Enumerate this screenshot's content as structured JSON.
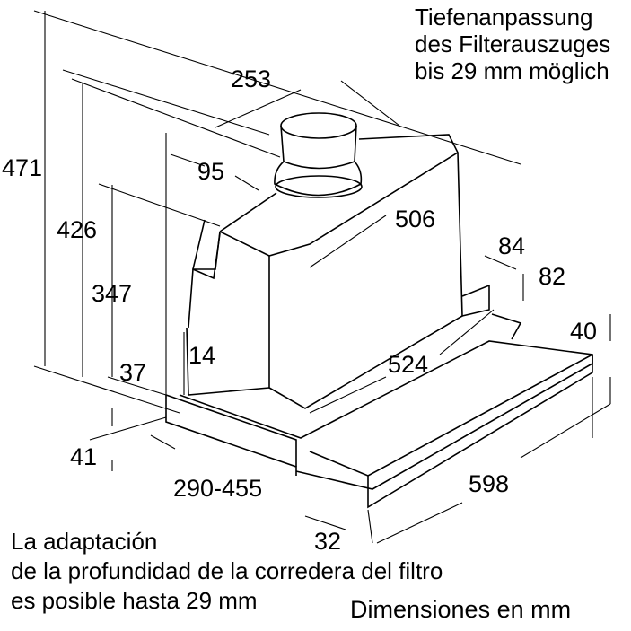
{
  "dimensions": {
    "chimney_diameter": "253",
    "chimney_offset": "95",
    "depth_top": "506",
    "total_height": "471",
    "height_426": "426",
    "height_347": "347",
    "side_37": "37",
    "side_14": "14",
    "rear_84": "84",
    "rear_82": "82",
    "front_40": "40",
    "depth_524": "524",
    "bottom_41": "41",
    "drawer_range": "290-455",
    "width_598": "598",
    "front_32": "32"
  },
  "notes": {
    "german": [
      "Tiefenanpassung",
      "des Filterauszuges",
      "bis 29 mm möglich"
    ],
    "spanish": [
      "La adaptación",
      "de la profundidad de la corredera del filtro",
      "es posible hasta 29 mm"
    ]
  },
  "units_label": "Dimensiones en mm"
}
